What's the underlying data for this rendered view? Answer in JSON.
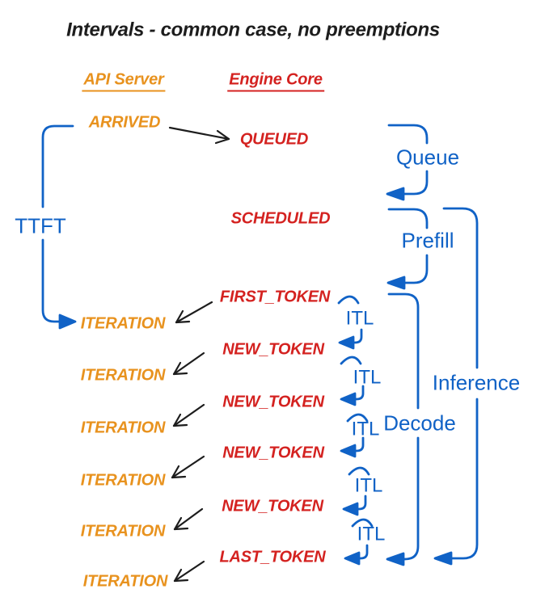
{
  "title": "Intervals - common case, no preemptions",
  "headers": {
    "api_server": "API Server",
    "engine_core": "Engine Core"
  },
  "api_server": {
    "arrived": "ARRIVED",
    "iterations": [
      "ITERATION",
      "ITERATION",
      "ITERATION",
      "ITERATION",
      "ITERATION",
      "ITERATION"
    ]
  },
  "engine_core": {
    "queued": "QUEUED",
    "scheduled": "SCHEDULED",
    "first_token": "FIRST_TOKEN",
    "new_tokens": [
      "NEW_TOKEN",
      "NEW_TOKEN",
      "NEW_TOKEN",
      "NEW_TOKEN"
    ],
    "last_token": "LAST_TOKEN"
  },
  "intervals": {
    "ttft": "TTFT",
    "queue": "Queue",
    "prefill": "Prefill",
    "decode": "Decode",
    "inference": "Inference",
    "itl": [
      "ITL",
      "ITL",
      "ITL",
      "ITL",
      "ITL"
    ]
  },
  "colors": {
    "api_server_orange": "#E8921E",
    "engine_core_red": "#D42220",
    "interval_blue": "#1062C6",
    "arrow_black": "#1D1D1D",
    "background": "#FFFFFF"
  }
}
